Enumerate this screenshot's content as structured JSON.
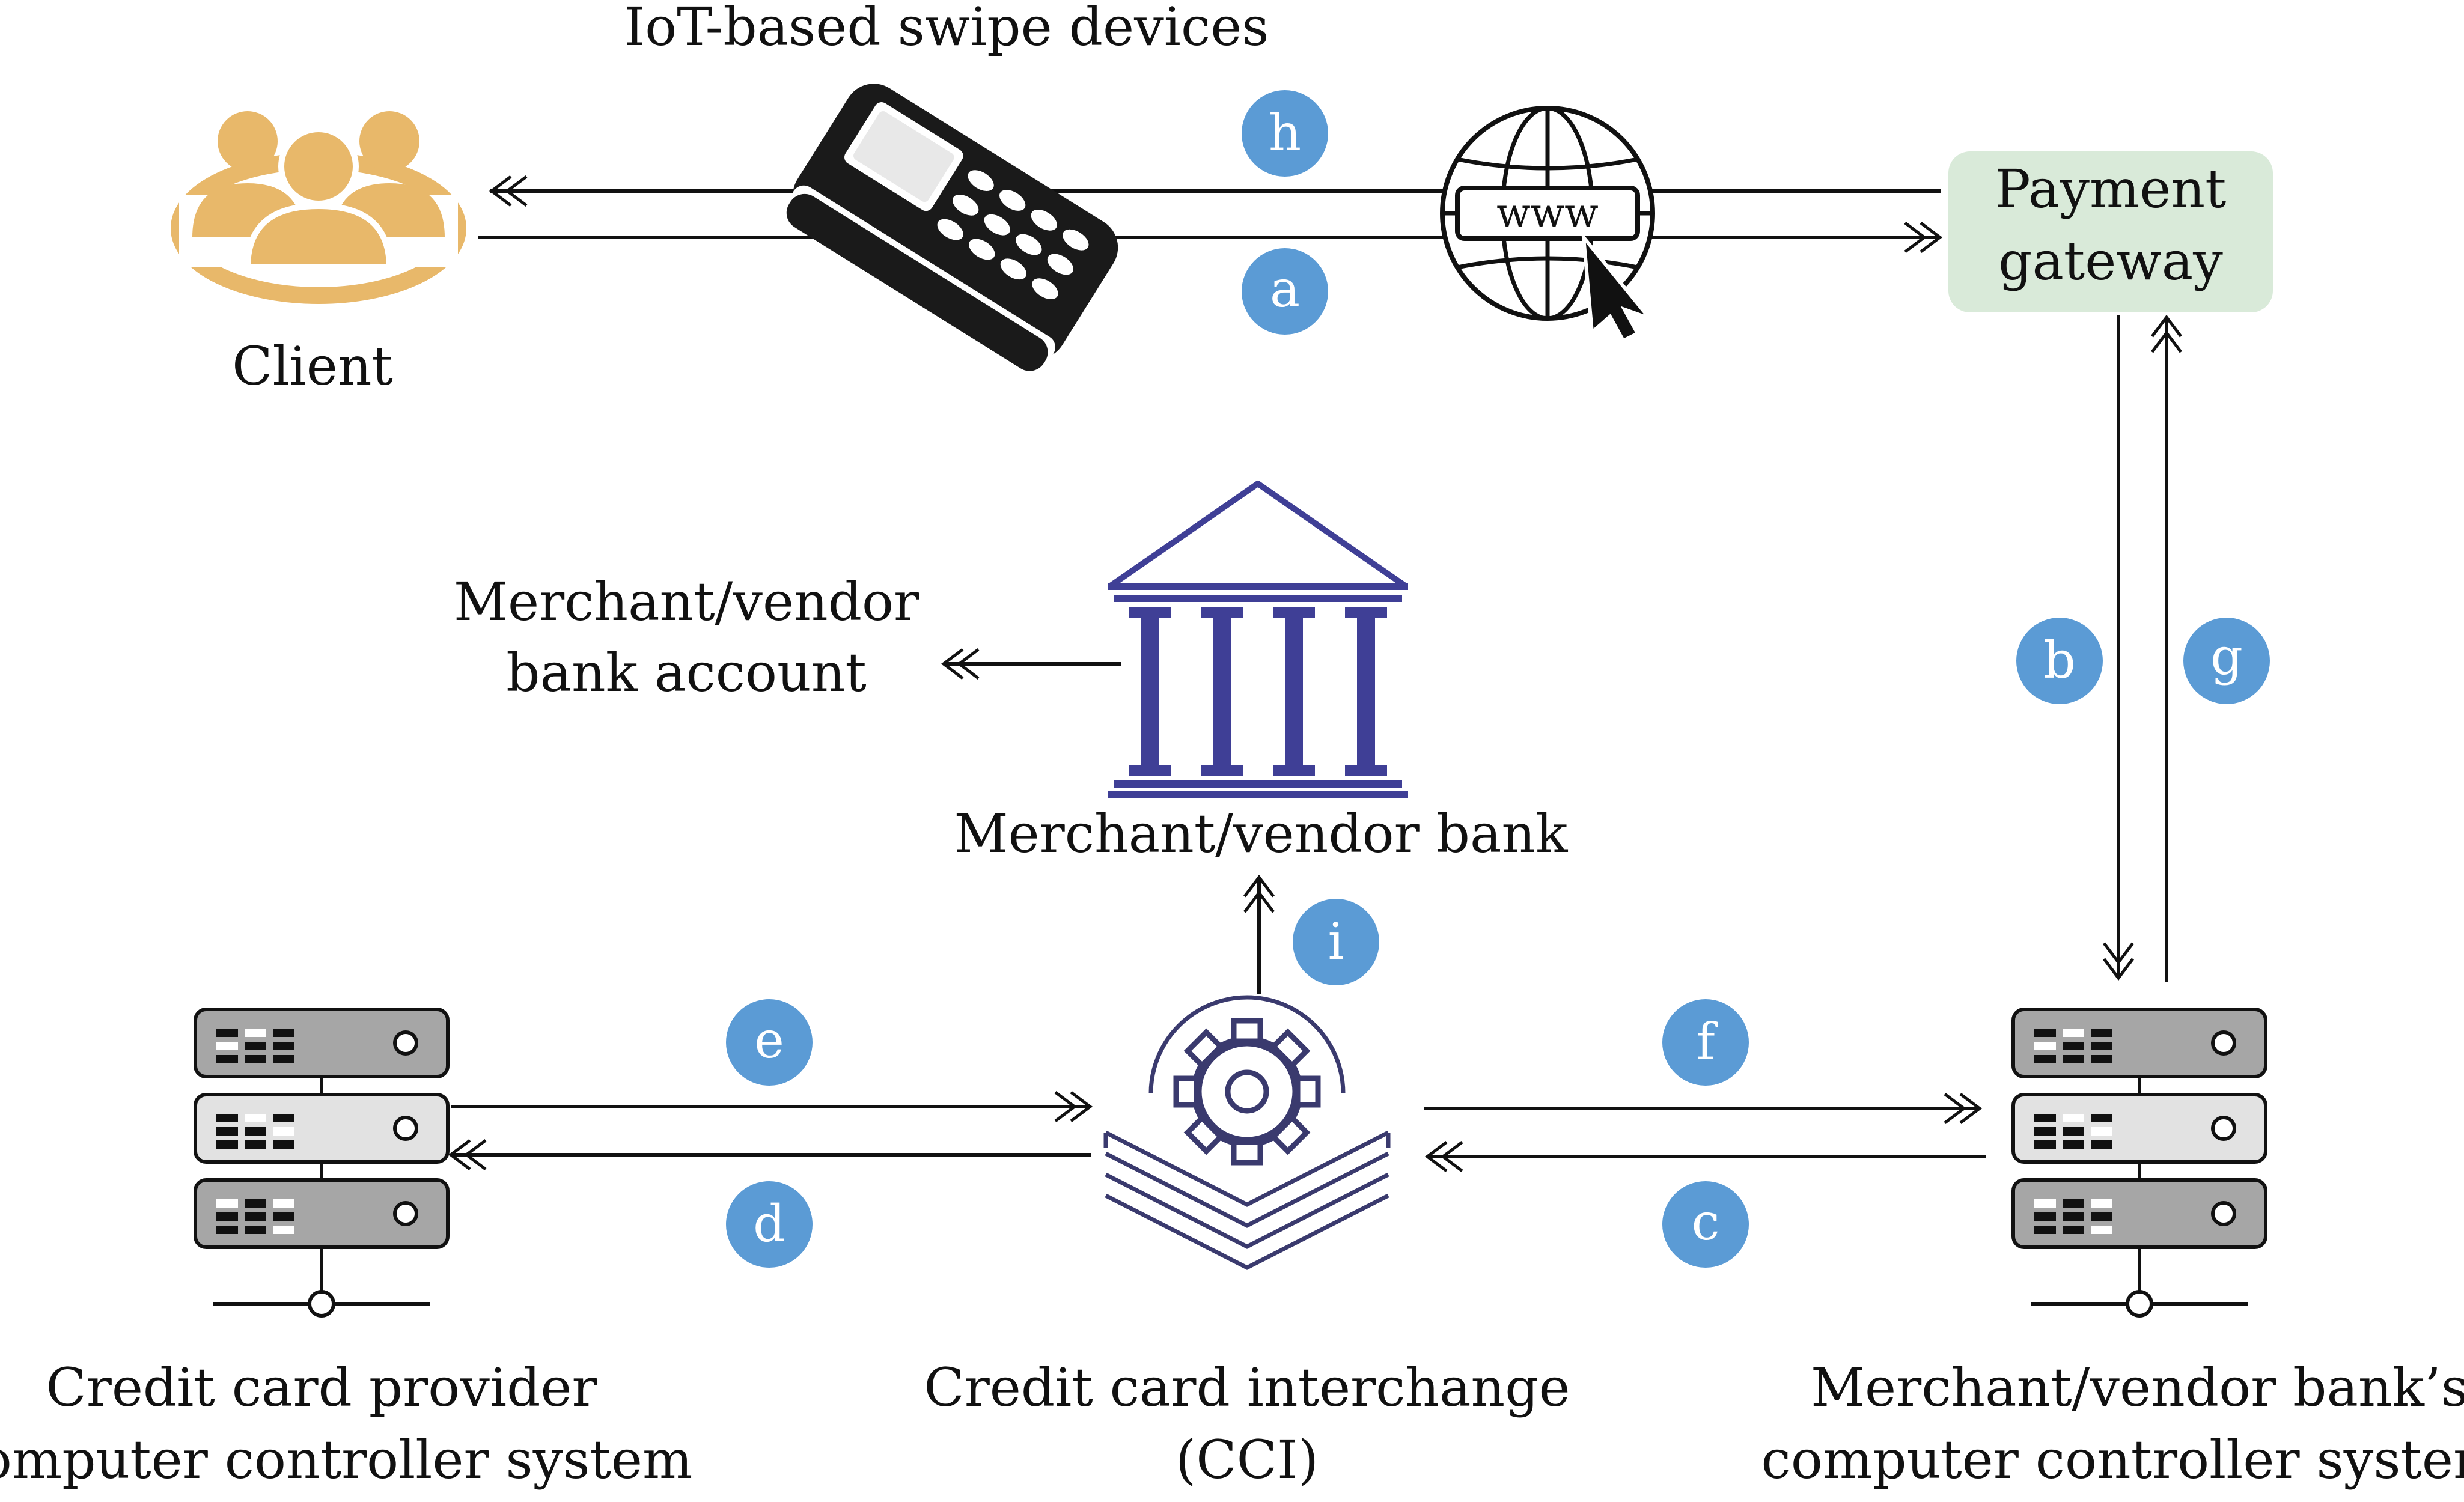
{
  "colors": {
    "badge": "#5b9bd5",
    "client_icon": "#e8b86a",
    "bank_icon": "#3f3f96",
    "gateway_fill": "#d9ead9",
    "cci_icon": "#3a3a6e",
    "server_dark": "#a6a6a6",
    "server_light": "#e2e2e2",
    "line": "#111111"
  },
  "labels": {
    "iot_devices": "IoT-based swipe devices",
    "client": "Client",
    "payment_gateway_line1": "Payment",
    "payment_gateway_line2": "gateway",
    "merchant_account_line1": "Merchant/vendor",
    "merchant_account_line2": "bank account",
    "merchant_bank": "Merchant/vendor bank",
    "provider_line1": "Credit card provider",
    "provider_line2": "computer controller system",
    "cci_line1": "Credit card interchange",
    "cci_line2": "(CCI)",
    "merchant_system_line1": "Merchant/vendor bank’s",
    "merchant_system_line2": "computer controller system",
    "www": "www"
  },
  "steps": {
    "a": "a",
    "b": "b",
    "c": "c",
    "d": "d",
    "e": "e",
    "f": "f",
    "g": "g",
    "h": "h",
    "i": "i"
  },
  "icons": {
    "client": "users-group-icon",
    "swipe_device": "card-terminal-icon",
    "web": "globe-www-cursor-icon",
    "bank": "bank-building-icon",
    "cci": "gear-stack-icon",
    "server": "server-rack-icon"
  }
}
